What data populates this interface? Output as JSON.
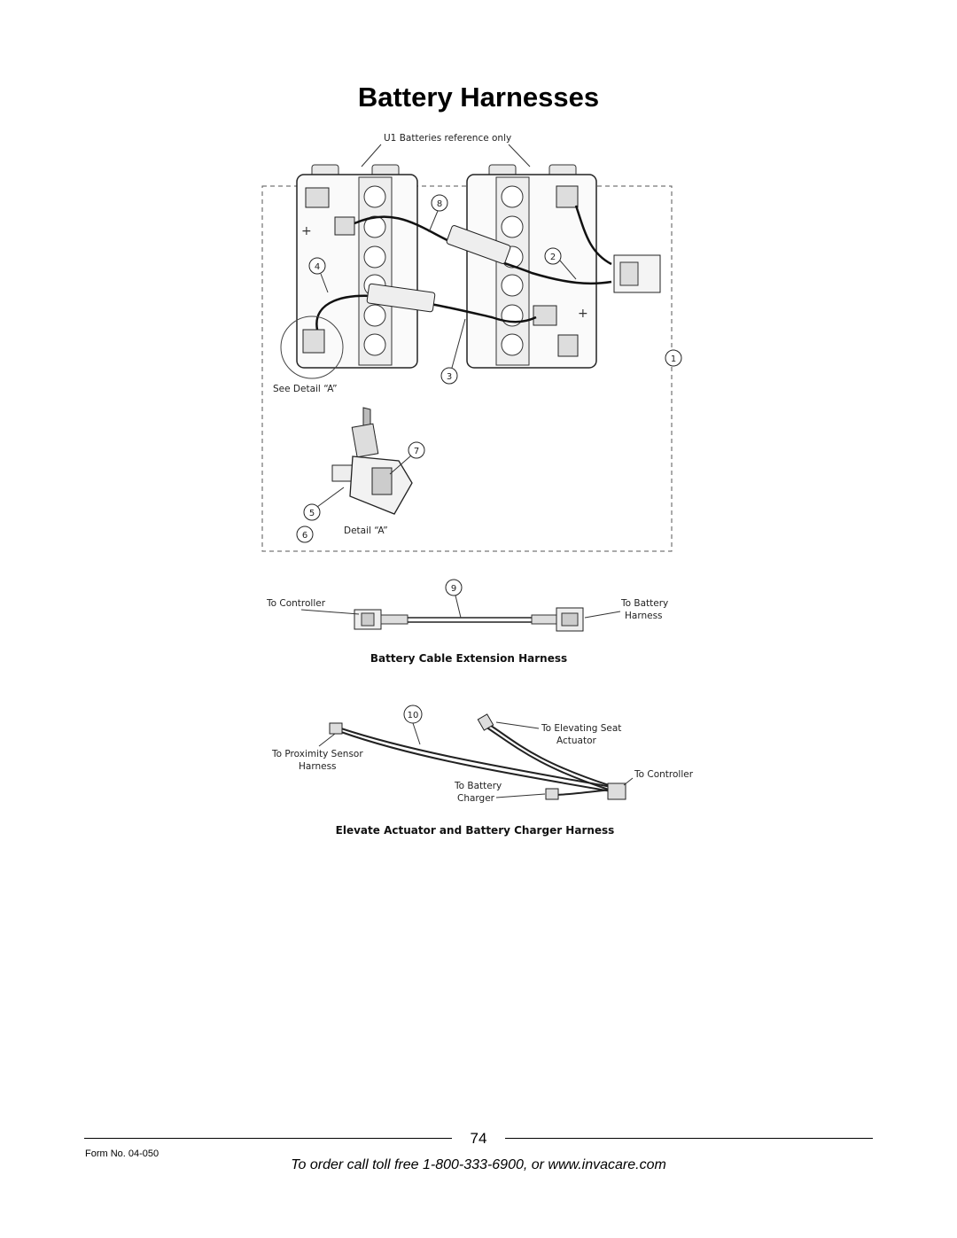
{
  "page": {
    "title": "Battery Harnesses",
    "page_number": "74",
    "form_number": "Form No.  04-050",
    "order_line": "To order call toll free 1-800-333-6900, or www.invacare.com"
  },
  "figure": {
    "reference_note": "U1 Batteries reference only",
    "see_detail": "See Detail “A”",
    "detail": "Detail “A”",
    "callouts": [
      "1",
      "2",
      "3",
      "4",
      "5",
      "6",
      "7",
      "8"
    ],
    "extension": {
      "callout": "9",
      "to_controller": "To Controller",
      "to_battery_line1": "To Battery",
      "to_battery_line2": "Harness",
      "caption": "Battery Cable Extension Harness"
    },
    "elevate": {
      "callout": "10",
      "to_elevating_line1": "To Elevating Seat",
      "to_elevating_line2": "Actuator",
      "to_proximity_line1": "To Proximity Sensor",
      "to_proximity_line2": "Harness",
      "to_controller": "To Controller",
      "to_charger_line1": "To Battery",
      "to_charger_line2": "Charger",
      "caption": "Elevate Actuator and Battery Charger Harness"
    }
  }
}
